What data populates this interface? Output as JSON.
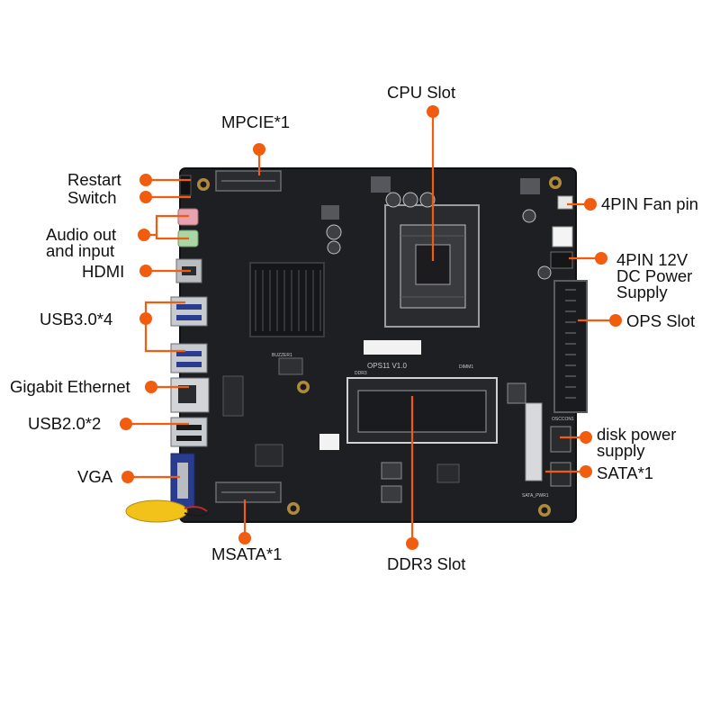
{
  "colors": {
    "callout": "#f25c0f",
    "board": "#1e1f22",
    "board_edge": "#0f1012",
    "silk": "#c9c9c9",
    "metal": "#b9bcc1",
    "audio_pink": "#e9a3b0",
    "audio_green": "#a8d6a4",
    "vga_blue": "#2a3c8f",
    "battery_yellow": "#f2c21a"
  },
  "board": {
    "silkscreen_model": "OPS11  V1.0",
    "silk_ddr": "DDR3",
    "silk_dimm": "DIMM1",
    "silk_buzzer": "BUZZER1",
    "silk_sata_pwr": "SATA_PWR1",
    "silk_osccon": "OSCCON1"
  },
  "callouts": [
    {
      "id": "cpu-slot",
      "lines": [
        "CPU Slot"
      ]
    },
    {
      "id": "mpcie",
      "lines": [
        "MPCIE*1"
      ]
    },
    {
      "id": "restart-switch",
      "lines": [
        "Restart",
        "Switch"
      ]
    },
    {
      "id": "audio",
      "lines": [
        "Audio out",
        "and input"
      ]
    },
    {
      "id": "hdmi",
      "lines": [
        "HDMI"
      ]
    },
    {
      "id": "usb30",
      "lines": [
        "USB3.0*4"
      ]
    },
    {
      "id": "ethernet",
      "lines": [
        "Gigabit Ethernet"
      ]
    },
    {
      "id": "usb20",
      "lines": [
        "USB2.0*2"
      ]
    },
    {
      "id": "vga",
      "lines": [
        "VGA"
      ]
    },
    {
      "id": "msata",
      "lines": [
        "MSATA*1"
      ]
    },
    {
      "id": "ddr3",
      "lines": [
        "DDR3 Slot"
      ]
    },
    {
      "id": "fan",
      "lines": [
        "4PIN Fan pin"
      ]
    },
    {
      "id": "dc-power",
      "lines": [
        "4PIN 12V",
        "DC Power",
        "Supply"
      ]
    },
    {
      "id": "ops-slot",
      "lines": [
        "OPS Slot"
      ]
    },
    {
      "id": "disk-power",
      "lines": [
        "disk power",
        "supply"
      ]
    },
    {
      "id": "sata",
      "lines": [
        "SATA*1"
      ]
    }
  ]
}
